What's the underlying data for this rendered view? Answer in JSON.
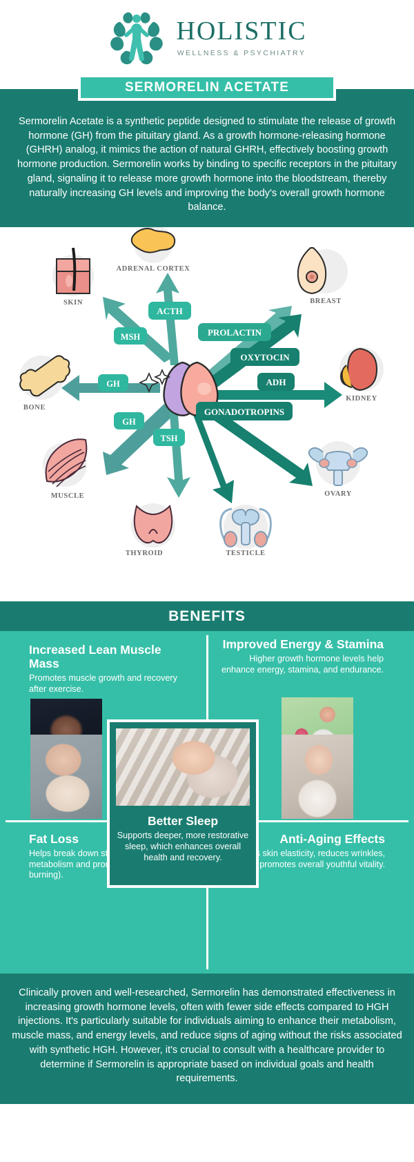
{
  "brand": {
    "logo_icon": "tree-person-logo",
    "name": "HOLISTIC",
    "tagline": "WELLNESS & PSYCHIATRY"
  },
  "title": "SERMORELIN ACETATE",
  "intro": "Sermorelin Acetate is a synthetic peptide designed to stimulate the release of growth hormone (GH) from the pituitary gland. As a growth hormone-releasing hormone (GHRH) analog, it mimics the action of natural GHRH, effectively boosting growth hormone production. Sermorelin works by binding to specific receptors in the pituitary gland, signaling it to release more growth hormone into the bloodstream, thereby naturally increasing GH levels and improving the body's overall growth hormone balance.",
  "diagram": {
    "center_label": "pituitary-gland",
    "hormones": [
      {
        "name": "ACTH",
        "target": "ADRENAL CORTEX"
      },
      {
        "name": "MSH",
        "target": "SKIN"
      },
      {
        "name": "PROLACTIN",
        "target": "BREAST"
      },
      {
        "name": "OXYTOCIN",
        "target": "BREAST"
      },
      {
        "name": "ADH",
        "target": "KIDNEY"
      },
      {
        "name": "GH",
        "target": "BONE"
      },
      {
        "name": "GH",
        "target": "MUSCLE"
      },
      {
        "name": "TSH",
        "target": "THYROID"
      },
      {
        "name": "GONADOTROPINS",
        "target": "OVARY"
      },
      {
        "name": "GONADOTROPINS",
        "target": "TESTICLE"
      }
    ],
    "organs": [
      {
        "label": "ADRENAL CORTEX",
        "icon": "adrenal-cortex-icon"
      },
      {
        "label": "SKIN",
        "icon": "skin-icon"
      },
      {
        "label": "BREAST",
        "icon": "breast-icon"
      },
      {
        "label": "BONE",
        "icon": "bone-icon"
      },
      {
        "label": "KIDNEY",
        "icon": "kidney-icon"
      },
      {
        "label": "MUSCLE",
        "icon": "muscle-icon"
      },
      {
        "label": "OVARY",
        "icon": "ovary-icon"
      },
      {
        "label": "THYROID",
        "icon": "thyroid-icon"
      },
      {
        "label": "TESTICLE",
        "icon": "testicle-icon"
      }
    ]
  },
  "benefits": {
    "heading": "BENEFITS",
    "items": [
      {
        "title": "Increased Lean Muscle Mass",
        "desc": "Promotes muscle growth and recovery after exercise.",
        "image": "muscular-man-photo"
      },
      {
        "title": "Improved Energy & Stamina",
        "desc": "Higher growth hormone levels help enhance energy, stamina, and endurance.",
        "image": "woman-dumbbell-photo"
      },
      {
        "title": "Better Sleep",
        "desc": "Supports deeper, more restorative sleep, which enhances overall health and recovery.",
        "image": "woman-sleeping-photo"
      },
      {
        "title": "Fat Loss",
        "desc": "Helps break down stored fat by improving metabolism and promoting lipolysis (fat burning).",
        "image": "waistline-photo"
      },
      {
        "title": "Anti-Aging Effects",
        "desc": "Improves skin elasticity, reduces wrinkles, and promotes overall youthful vitality.",
        "image": "woman-skin-photo"
      }
    ]
  },
  "footer": "Clinically proven and well-researched, Sermorelin has demonstrated effectiveness in increasing growth hormone levels, often with fewer side effects compared to HGH injections. It's particularly suitable for individuals aiming to enhance their metabolism, muscle mass, and energy levels, and reduce signs of aging without the risks associated with synthetic HGH. However, it's crucial to consult with a healthcare provider to determine if Sermorelin is appropriate based on individual goals and health requirements.",
  "colors": {
    "teal_dark": "#1a7c70",
    "teal_mid": "#36bfa8",
    "teal_accent": "#2aa98f",
    "white": "#ffffff",
    "label_gray": "#6b6b6b"
  }
}
